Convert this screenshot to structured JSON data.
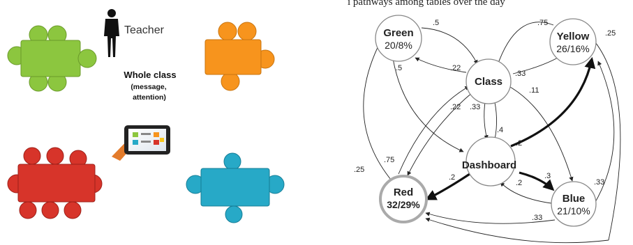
{
  "top_fragment": "i pathways among tables over the day",
  "left_panel": {
    "teacher_label": "Teacher",
    "whole_class_title": "Whole class",
    "whole_class_sub1": "(message,",
    "whole_class_sub2": "attention)",
    "tables": [
      {
        "name": "green",
        "color": "#8cc63f"
      },
      {
        "name": "orange",
        "color": "#f7941d"
      },
      {
        "name": "red",
        "color": "#d7342a"
      },
      {
        "name": "blue",
        "color": "#27a9c7"
      }
    ]
  },
  "graph": {
    "nodes": {
      "green": {
        "label": "Green",
        "stat": "20/8%"
      },
      "yellow": {
        "label": "Yellow",
        "stat": "26/16%"
      },
      "class": {
        "label": "Class"
      },
      "dashboard": {
        "label": "Dashboard"
      },
      "red": {
        "label": "Red",
        "stat": "32/29%"
      },
      "blue": {
        "label": "Blue",
        "stat": "21/10%"
      }
    },
    "edge_labels": {
      "green_class": ".5",
      "class_green": ".22",
      "green_dash": ".5",
      "yellow_class": ".75",
      "class_yellow": ".33",
      "yellow_far": ".25",
      "class_blue": ".11",
      "class_red": ".22",
      "class_dash": ".33",
      "dash_class": ".4",
      "dash_yellow": ".2",
      "red_class": ".75",
      "red_far": ".25",
      "dash_red": ".2",
      "dash_blue": ".3",
      "blue_dash": ".2",
      "blue_yellow": ".33",
      "blue_red": ".33"
    }
  }
}
